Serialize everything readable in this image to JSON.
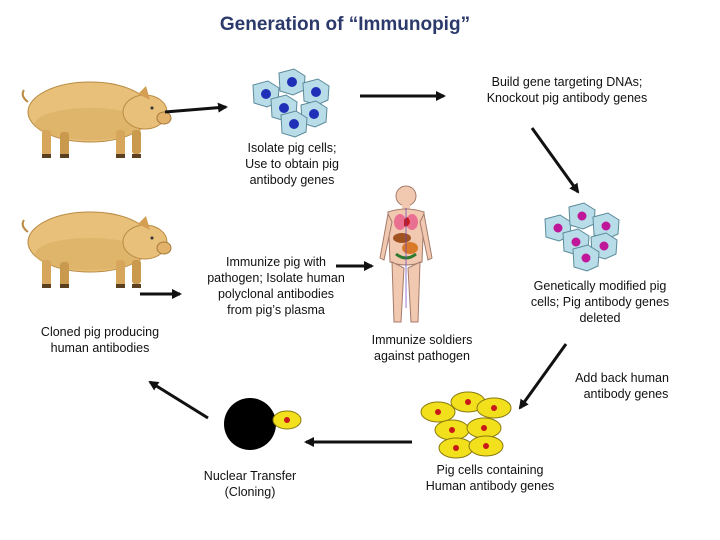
{
  "title": "Generation of “Immunopig”",
  "steps": {
    "isolate": [
      "Isolate pig cells;",
      "Use to obtain pig",
      "antibody genes"
    ],
    "build": [
      "Build gene targeting DNAs;",
      "Knockout pig antibody genes"
    ],
    "modified": [
      "Genetically modified pig",
      "cells; Pig antibody genes",
      "deleted"
    ],
    "add_back": [
      "Add back human",
      "antibody genes"
    ],
    "pig_cells_human": [
      "Pig cells containing",
      "Human antibody genes"
    ],
    "nuclear": [
      "Nuclear Transfer",
      "(Cloning)"
    ],
    "cloned": [
      "Cloned pig producing",
      "human antibodies"
    ],
    "immunize_pig": [
      "Immunize pig with",
      "pathogen;  Isolate human",
      "polyclonal antibodies",
      "from pig’s plasma"
    ],
    "soldiers": [
      "Immunize soldiers",
      "against pathogen"
    ]
  },
  "colors": {
    "title": "#2b3a6b",
    "pig_body": "#e8c07a",
    "pig_shade": "#c99a4e",
    "blue_cell": "#b9dde8",
    "blue_nucleus": "#1f2fb8",
    "magenta_nucleus": "#c0169a",
    "yellow_cell": "#f2e01c",
    "red_nucleus": "#c81818",
    "arrow": "#111111"
  },
  "icons": [
    "pig-icon",
    "cell-cluster-icon",
    "human-body-icon",
    "nucleus-icon"
  ]
}
